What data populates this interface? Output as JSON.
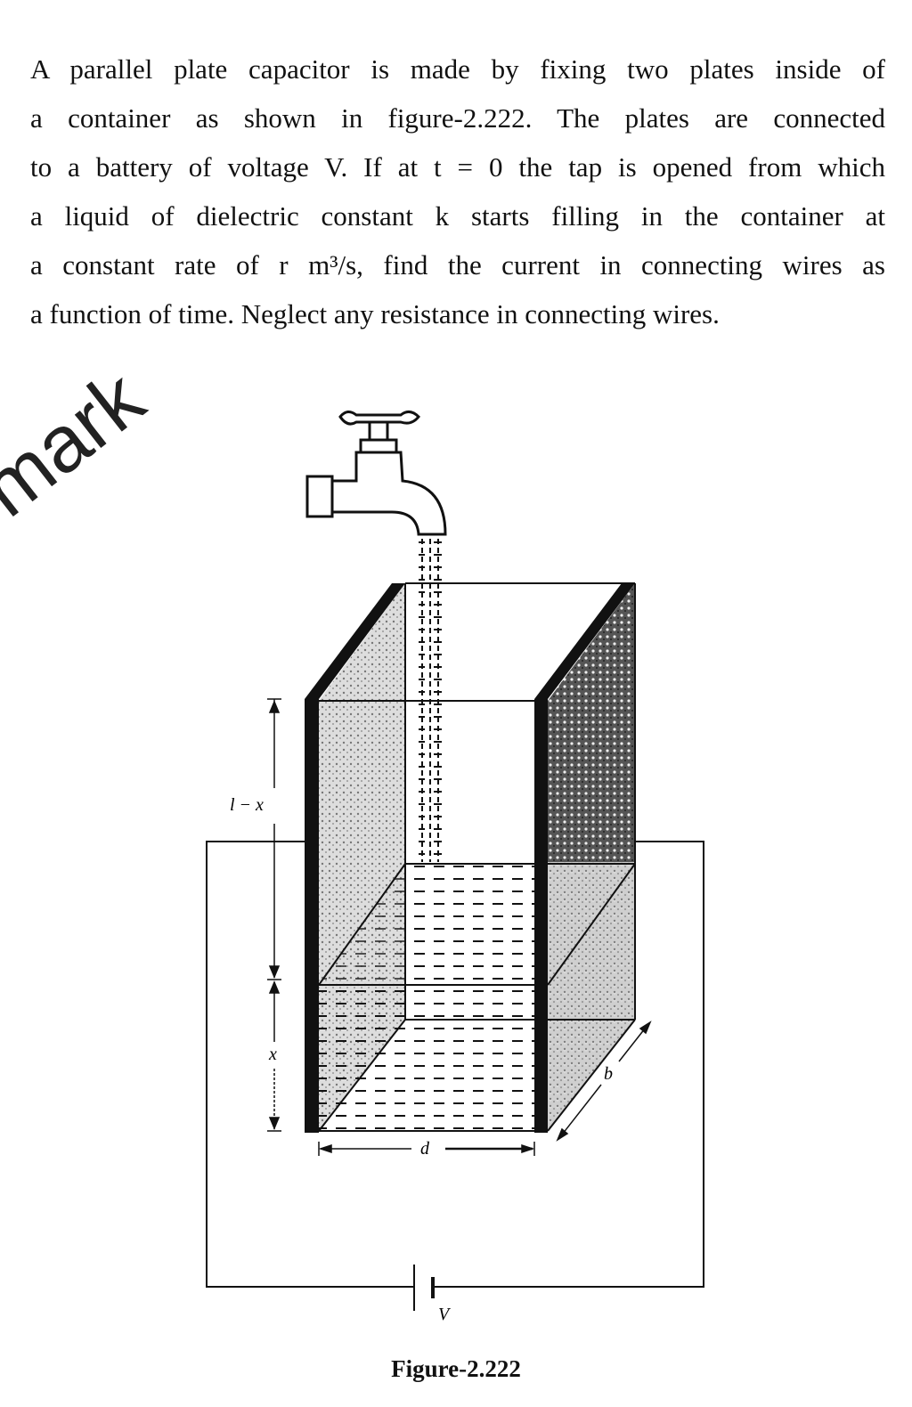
{
  "problem": {
    "lines": [
      "A parallel plate capacitor is made by fixing two plates inside of",
      "a container as shown in figure-2.222. The plates are connected",
      "to a battery of voltage V. If at t = 0 the tap is opened from which",
      "a liquid of dielectric constant k starts filling in the container at",
      "a constant rate of r m³/s, find the current in connecting wires as",
      "a function of time. Neglect any resistance in connecting wires."
    ]
  },
  "figure": {
    "labels": {
      "l_minus_x": "l − x",
      "x": "x",
      "d": "d",
      "b": "b",
      "V": "V"
    },
    "caption": "Figure-2.222"
  },
  "watermark": "mark"
}
